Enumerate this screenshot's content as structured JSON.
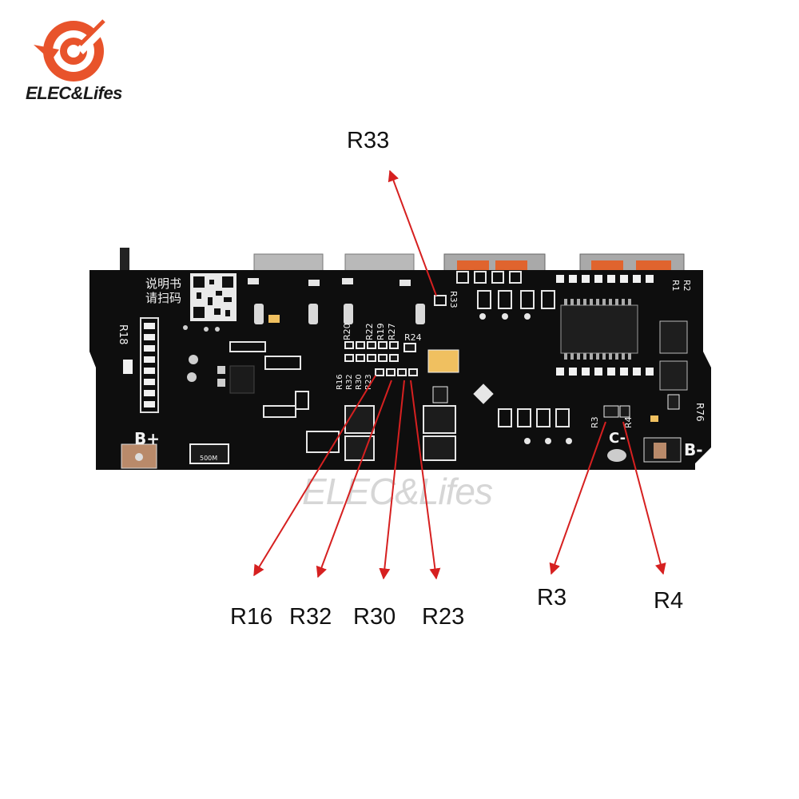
{
  "brand": {
    "name": "ELEC&Lifes"
  },
  "watermark": "ELEC&Lifes",
  "board": {
    "qr_caption_line1": "说明书",
    "qr_caption_line2": "请扫码",
    "terminal_b_plus": "B+",
    "terminal_b_minus": "B-",
    "terminal_c_minus": "C-",
    "silk_r18": "R18",
    "silk_r33": "R33",
    "silk_r1": "R1",
    "silk_r2": "R2",
    "silk_r76": "R76",
    "silk_r3": "R3",
    "silk_r4": "R4",
    "silk_r20": "R20",
    "silk_r22": "R22",
    "silk_r19": "R19",
    "silk_r27": "R27",
    "silk_r24": "R24",
    "silk_r16": "R16",
    "silk_r32": "R32",
    "silk_r30": "R30",
    "silk_r23": "R23",
    "inductor_mark": "500M"
  },
  "callouts": {
    "r33": "R33",
    "r16": "R16",
    "r32": "R32",
    "r30": "R30",
    "r23": "R23",
    "r3": "R3",
    "r4": "R4"
  },
  "colors": {
    "logo_orange": "#e8532b",
    "pcb_black": "#0e0e0e",
    "arrow_red": "#d62020",
    "connector_orange": "#e0642e"
  }
}
